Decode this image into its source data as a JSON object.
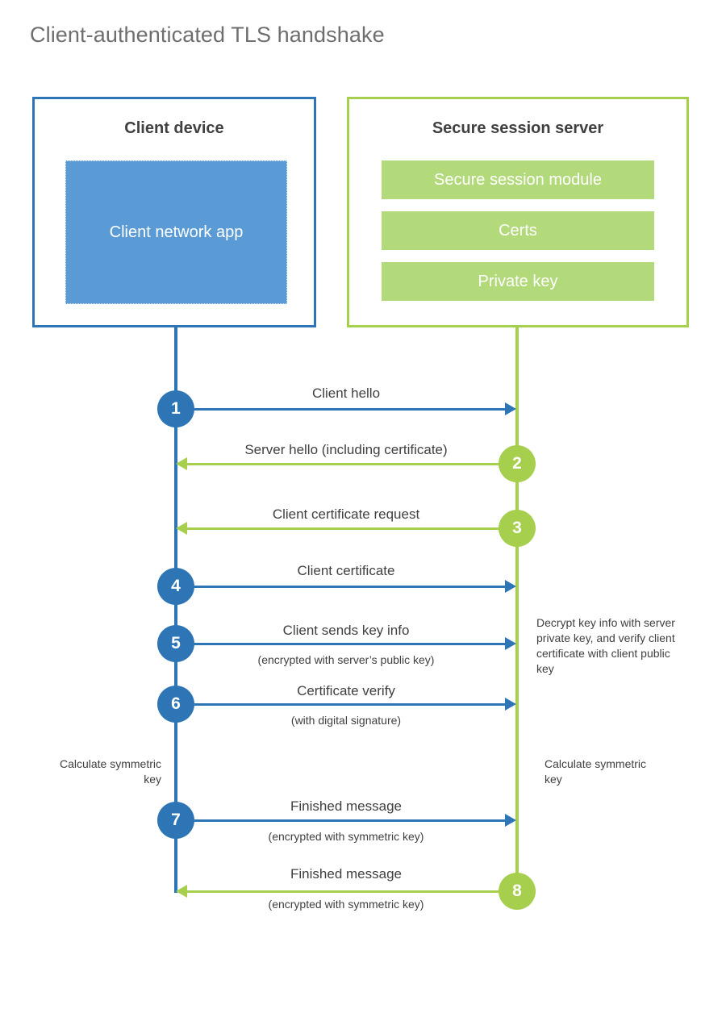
{
  "title": "Client-authenticated TLS handshake",
  "colors": {
    "blue": "#2e75b6",
    "blue_fill": "#5b9bd5",
    "green": "#a5cf4c",
    "green_fill": "#b2d97a",
    "text": "#404040",
    "title_text": "#6d6e70"
  },
  "actors": {
    "client": {
      "title": "Client device",
      "app_label": "Client network app"
    },
    "server": {
      "title": "Secure session server",
      "components": [
        {
          "label": "Secure session module"
        },
        {
          "label": "Certs"
        },
        {
          "label": "Private key"
        }
      ]
    }
  },
  "steps": [
    {
      "number": "1",
      "side": "client",
      "direction": "right",
      "label": "Client hello",
      "sublabel": ""
    },
    {
      "number": "2",
      "side": "server",
      "direction": "left",
      "label": "Server hello (including certificate)",
      "sublabel": ""
    },
    {
      "number": "3",
      "side": "server",
      "direction": "left",
      "label": "Client certificate request",
      "sublabel": ""
    },
    {
      "number": "4",
      "side": "client",
      "direction": "right",
      "label": "Client certificate",
      "sublabel": ""
    },
    {
      "number": "5",
      "side": "client",
      "direction": "right",
      "label": "Client sends key info",
      "sublabel": "(encrypted with server’s public key)"
    },
    {
      "number": "6",
      "side": "client",
      "direction": "right",
      "label": "Certificate verify",
      "sublabel": "(with digital signature)"
    },
    {
      "number": "7",
      "side": "client",
      "direction": "right",
      "label": "Finished message",
      "sublabel": "(encrypted with symmetric key)"
    },
    {
      "number": "8",
      "side": "server",
      "direction": "left",
      "label": "Finished message",
      "sublabel": "(encrypted with symmetric key)"
    }
  ],
  "notes": {
    "server_decrypt": "Decrypt key info with server private key, and verify client certificate with client public key",
    "client_calculate": "Calculate symmetric key",
    "server_calculate": "Calculate symmetric key"
  }
}
